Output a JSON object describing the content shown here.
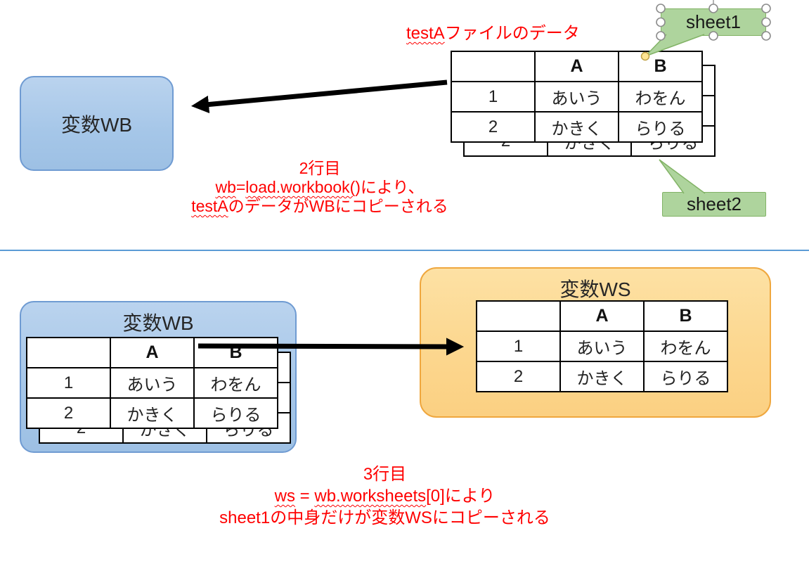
{
  "sheet_table": {
    "headers": [
      "",
      "A",
      "B"
    ],
    "rows": [
      [
        "1",
        "あいう",
        "わをん"
      ],
      [
        "2",
        "かきく",
        "らりる"
      ]
    ]
  },
  "boxes": {
    "wb_top": "変数WB",
    "wb_bottom": "変数WB",
    "ws": "変数WS"
  },
  "callouts": {
    "sheet1": "sheet1",
    "sheet2": "sheet2"
  },
  "top_label": {
    "code": "testA",
    "rest": "ファイルのデータ"
  },
  "annotation_wb": {
    "line1": "2行目",
    "seg1": "wb",
    "seg2": "=",
    "seg3": "load.workbook(",
    "seg4": ")により、",
    "seg5": "testA",
    "seg6": "のデータがWBにコピーされる"
  },
  "annotation_ws": {
    "line1": "3行目",
    "seg1": "ws",
    "seg2": " = ",
    "seg3": "wb.worksheets",
    "seg4": "[0]により",
    "line3": "sheet1の中身だけが変数WSにコピーされる"
  },
  "colors": {
    "annotation_red": "#FF0000",
    "divider_blue": "#5B9BD5",
    "box_blue_fill": "#A8C6E8",
    "box_blue_border": "#6F9BD2",
    "box_orange_fill": "#FDD88F",
    "box_orange_border": "#EFA73E",
    "callout_green_fill": "#AED49D",
    "callout_green_border": "#82B366",
    "arrow_color": "#000000"
  }
}
